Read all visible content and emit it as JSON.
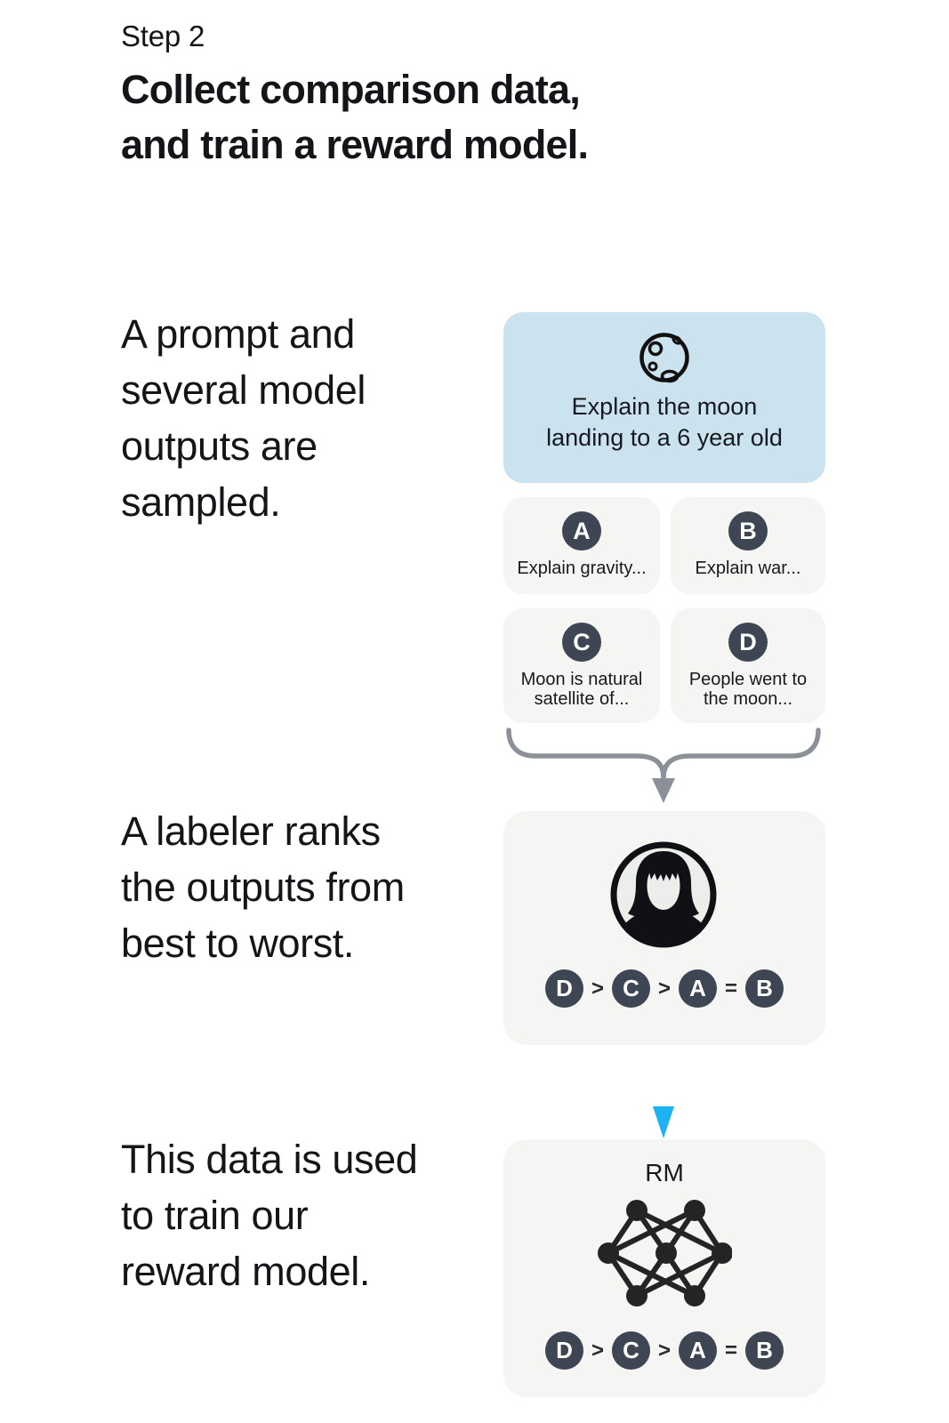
{
  "page": {
    "step_label": "Step 2",
    "title": "Collect comparison data,\nand train a reward model."
  },
  "captions": {
    "sampled": "A prompt and\nseveral model\noutputs are\nsampled.",
    "ranked": "A labeler ranks\nthe outputs from\nbest to worst.",
    "trained": "This data is used\nto train our\nreward model."
  },
  "diagram": {
    "prompt_card": {
      "icon": "moon-icon",
      "text": "Explain the moon\nlanding to a 6 year old"
    },
    "outputs": [
      {
        "label": "A",
        "text": "Explain gravity..."
      },
      {
        "label": "B",
        "text": "Explain war..."
      },
      {
        "label": "C",
        "text": "Moon is natural\nsatellite of..."
      },
      {
        "label": "D",
        "text": "People went to\nthe moon..."
      }
    ],
    "labeler_box": {
      "icon": "labeler-avatar-icon"
    },
    "rm_box": {
      "label": "RM",
      "icon": "neural-network-icon"
    },
    "ranking": {
      "chip1": "D",
      "op1": ">",
      "chip2": "C",
      "op2": ">",
      "chip3": "A",
      "op3": "=",
      "chip4": "B"
    }
  },
  "icons": {
    "moon-icon": "outlined moon with craters",
    "labeler-avatar-icon": "person with dark bob haircut in circle",
    "neural-network-icon": "seven connected nodes",
    "merge-bracket-icon": "curly funnel joining outputs into arrow",
    "down-arrow-icon": "blue downward arrow"
  },
  "colors": {
    "prompt_card_bg": "#cae3ef",
    "card_bg": "#f5f5f3",
    "chip_bg": "#3f4653",
    "arrow_blue": "#1db2f4",
    "connector_gray": "#8b9197",
    "text": "#131518"
  }
}
